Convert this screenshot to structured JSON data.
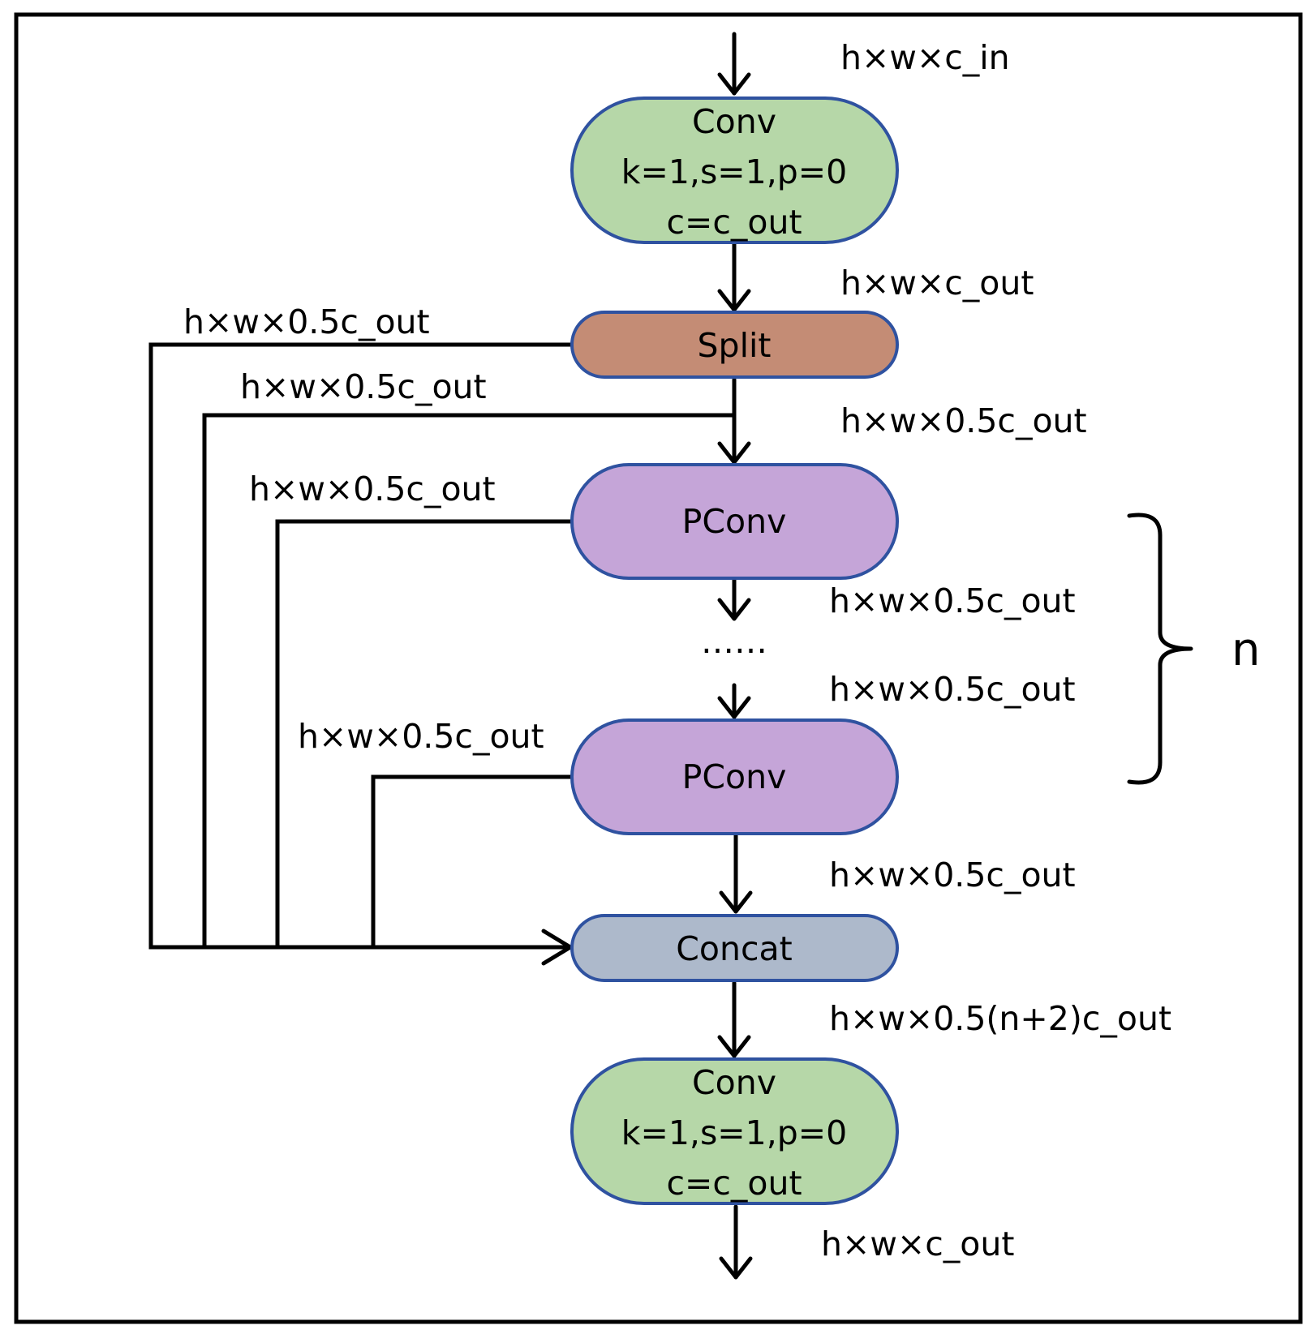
{
  "nodes": {
    "conv_top": {
      "lines": [
        "Conv",
        "k=1,s=1,p=0",
        "c=c_out"
      ],
      "color": "#b6d7a8"
    },
    "split": {
      "lines": [
        "Split"
      ],
      "color": "#c48c75"
    },
    "pconv_1": {
      "lines": [
        "PConv"
      ],
      "color": "#c5a5d8"
    },
    "ellipsis": "……",
    "pconv_2": {
      "lines": [
        "PConv"
      ],
      "color": "#c5a5d8"
    },
    "concat": {
      "lines": [
        "Concat"
      ],
      "color": "#adb9cb"
    },
    "conv_bottom": {
      "lines": [
        "Conv",
        "k=1,s=1,p=0",
        "c=c_out"
      ],
      "color": "#b6d7a8"
    }
  },
  "flow_labels": {
    "input": "h×w×c_in",
    "after_conv_top": "h×w×c_out",
    "after_split": "h×w×0.5c_out",
    "after_pconv_1": "h×w×0.5c_out",
    "before_pconv_2": "h×w×0.5c_out",
    "after_pconv_2": "h×w×0.5c_out",
    "after_concat": "h×w×0.5(n+2)c_out",
    "output": "h×w×c_out"
  },
  "branch_labels": {
    "split_branch": "h×w×0.5c_out",
    "split_stem_branch": "h×w×0.5c_out",
    "pconv_1_branch": "h×w×0.5c_out",
    "pconv_2_branch": "h×w×0.5c_out"
  },
  "repeat_label": "n",
  "colors": {
    "node_border": "#2f52a0",
    "lines": "#000000"
  }
}
